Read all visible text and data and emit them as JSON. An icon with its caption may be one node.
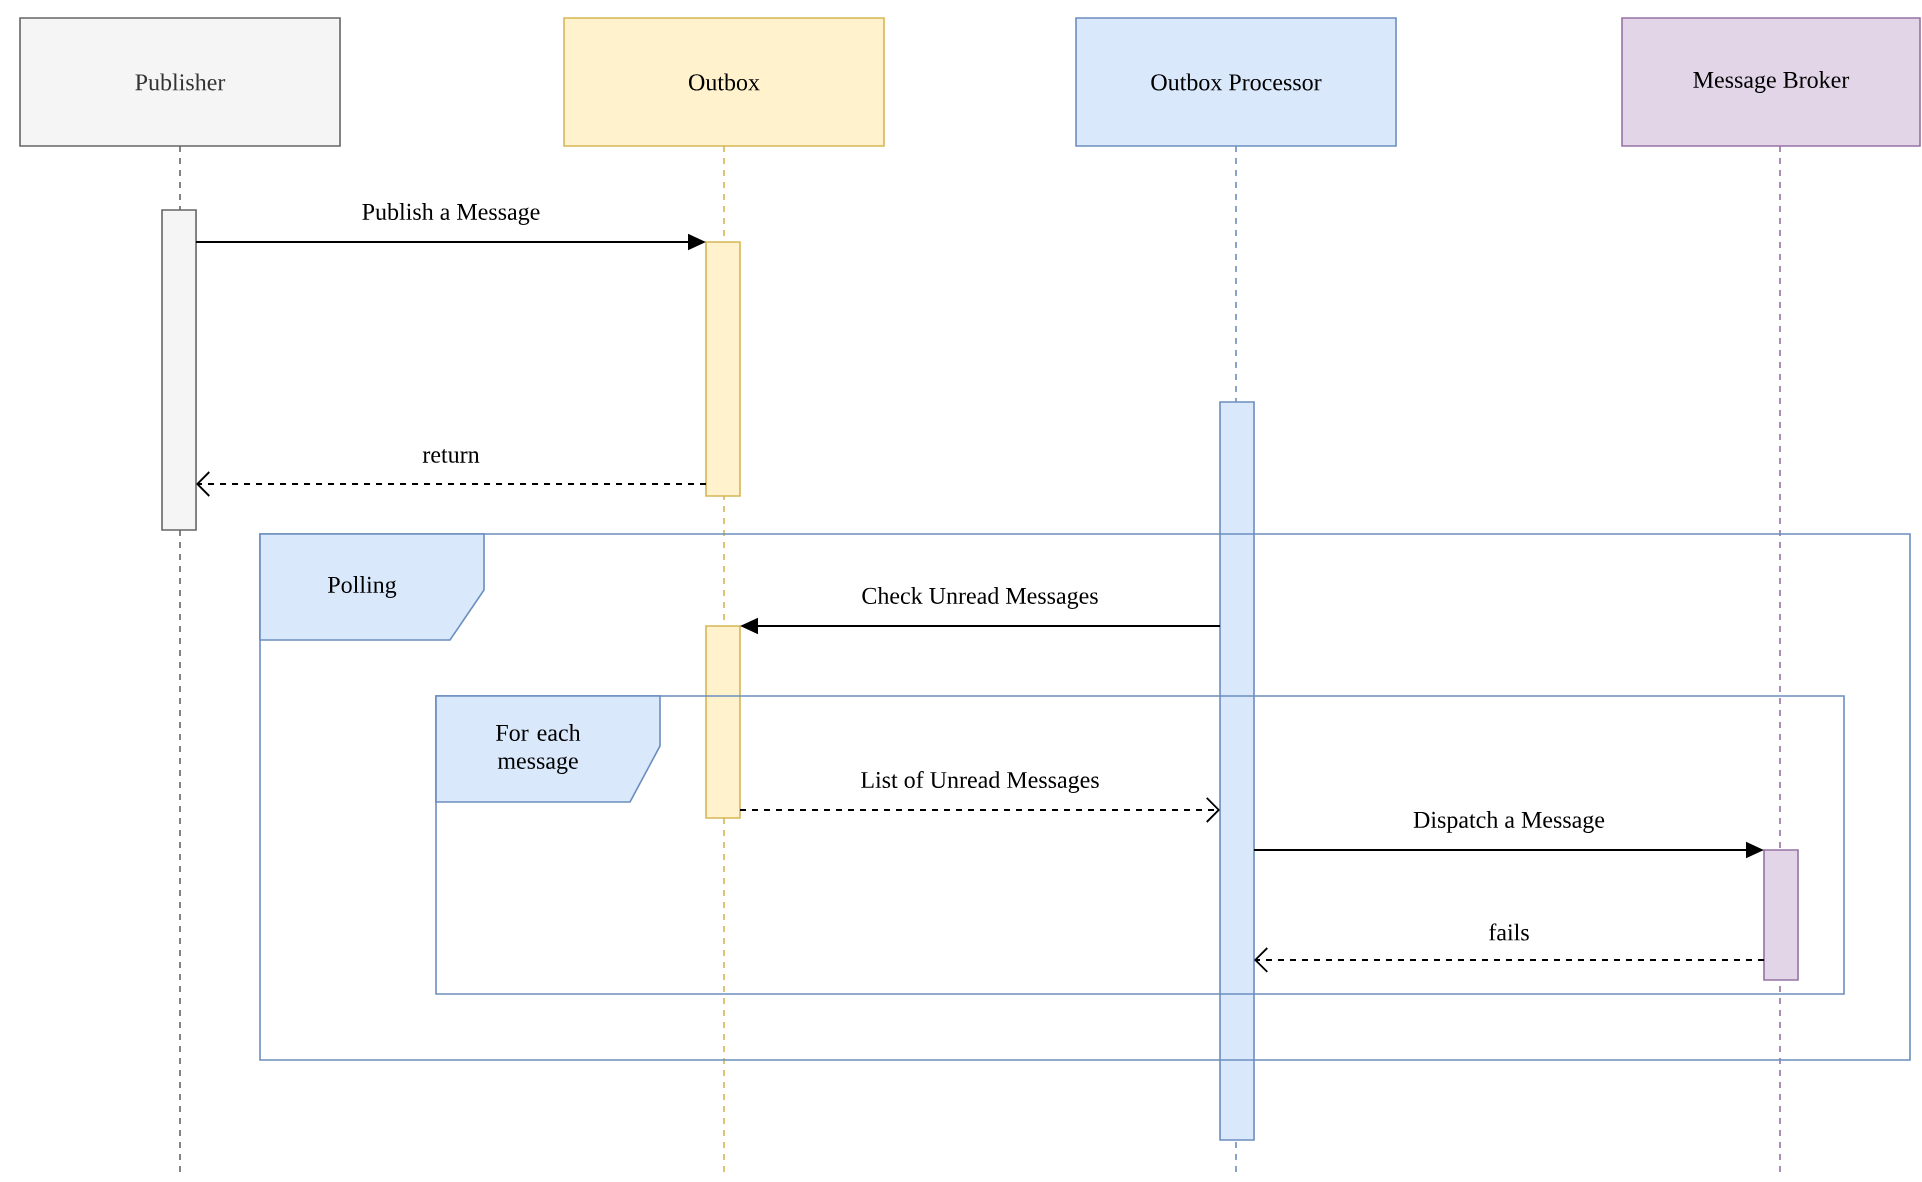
{
  "diagram": {
    "nodes": [
      {
        "text": [
          "Publisher"
        ]
      },
      {
        "text": [
          "Outbox"
        ]
      },
      {
        "text": [
          "Outbox Processor"
        ]
      },
      {
        "text": [
          "Message Broker"
        ]
      },
      {
        "text": [],
        "shape": "bar"
      },
      {
        "text": [],
        "shape": "bar"
      },
      {
        "text": [],
        "shape": "bar"
      },
      {
        "text": [
          "Polling"
        ]
      },
      {
        "text": [],
        "shape": "bar",
        "in": 7
      },
      {
        "text": [
          "For each message"
        ],
        "in": 7
      },
      {
        "text": [],
        "shape": "bar",
        "in": 9
      }
    ],
    "edges": [
      {
        "from": 4,
        "to": 5,
        "arrow": "to",
        "label": "Publish a Message"
      },
      {
        "from": 5,
        "to": 4,
        "arrow": "to",
        "label": "return",
        "style": "dashed"
      },
      {
        "from": 6,
        "to": 8,
        "arrow": "to",
        "label": "Check Unread Messages"
      },
      {
        "from": 8,
        "to": 6,
        "arrow": "to",
        "label": "List of Unread Messages",
        "style": "dashed"
      },
      {
        "from": 6,
        "to": 10,
        "arrow": "to",
        "label": "Dispatch a Message"
      },
      {
        "from": 10,
        "to": 6,
        "arrow": "to",
        "label": "fails",
        "style": "dashed"
      }
    ]
  }
}
